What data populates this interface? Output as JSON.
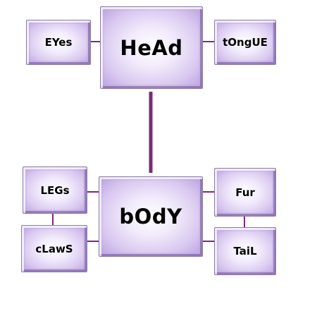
{
  "diagram": {
    "line_color": "#7a2a7a",
    "nodes": {
      "eyes": "EYes",
      "head": "HeAd",
      "tongue": "tOngUE",
      "legs": "LEGs",
      "body": "bOdY",
      "fur": "Fur",
      "claws": "cLawS",
      "tail": "TaiL"
    }
  }
}
